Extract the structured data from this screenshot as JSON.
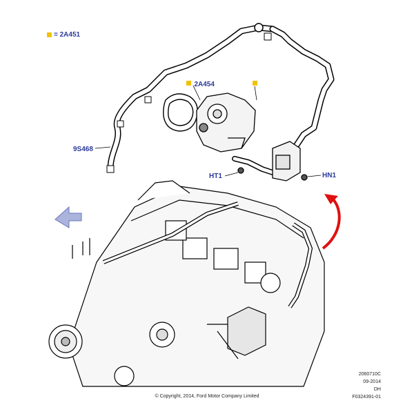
{
  "legend": {
    "marker_color": "#f2c200",
    "text": "= 2A451"
  },
  "callouts": {
    "a2a454": "2A454",
    "s9s468": "9S468",
    "ht1": "HT1",
    "hn1": "HN1"
  },
  "highlight_marker_color": "#f2c200",
  "callout_color": "#2b3a9a",
  "arrow_color": "#e01010",
  "direction_arrow_color": "#aab4dc",
  "meta": {
    "line1": "2060710C",
    "line2": "09-2014",
    "line3": "DH",
    "line4": "F0324391-01"
  },
  "copyright": "© Copyright, 2014, Ford Motor Company Limited"
}
